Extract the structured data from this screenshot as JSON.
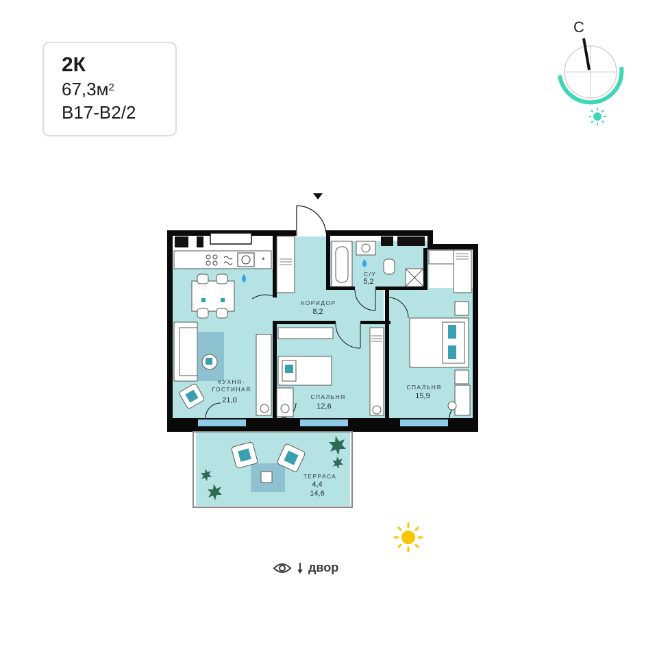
{
  "info": {
    "type": "2К",
    "area_value": "67,3м",
    "area_sup": "2",
    "code": "В17-В2/2"
  },
  "compass": {
    "north_letter": "С",
    "accent_color": "#3fd6b8"
  },
  "rooms": {
    "kitchen": {
      "label_line1": "КУХНЯ-",
      "label_line2": "ГОСТИНАЯ",
      "area": "21,0"
    },
    "corridor": {
      "label": "КОРИДОР",
      "area": "8,2"
    },
    "bathroom": {
      "label": "С/У",
      "area": "5,2"
    },
    "bedroom_small": {
      "label": "СПАЛЬНЯ",
      "area": "12,6"
    },
    "bedroom_large": {
      "label": "СПАЛЬНЯ",
      "area": "15,9"
    },
    "terrace": {
      "label": "ТЕРРАСА",
      "area": "4,4",
      "area_total": "14,6"
    }
  },
  "view": {
    "label": "двор"
  },
  "colors": {
    "floor": "#b5e3e4",
    "wall": "#0a0a0a",
    "window": "#8fcbe6",
    "sun": "#f7c600",
    "water_drop": "#3aa0e8"
  }
}
